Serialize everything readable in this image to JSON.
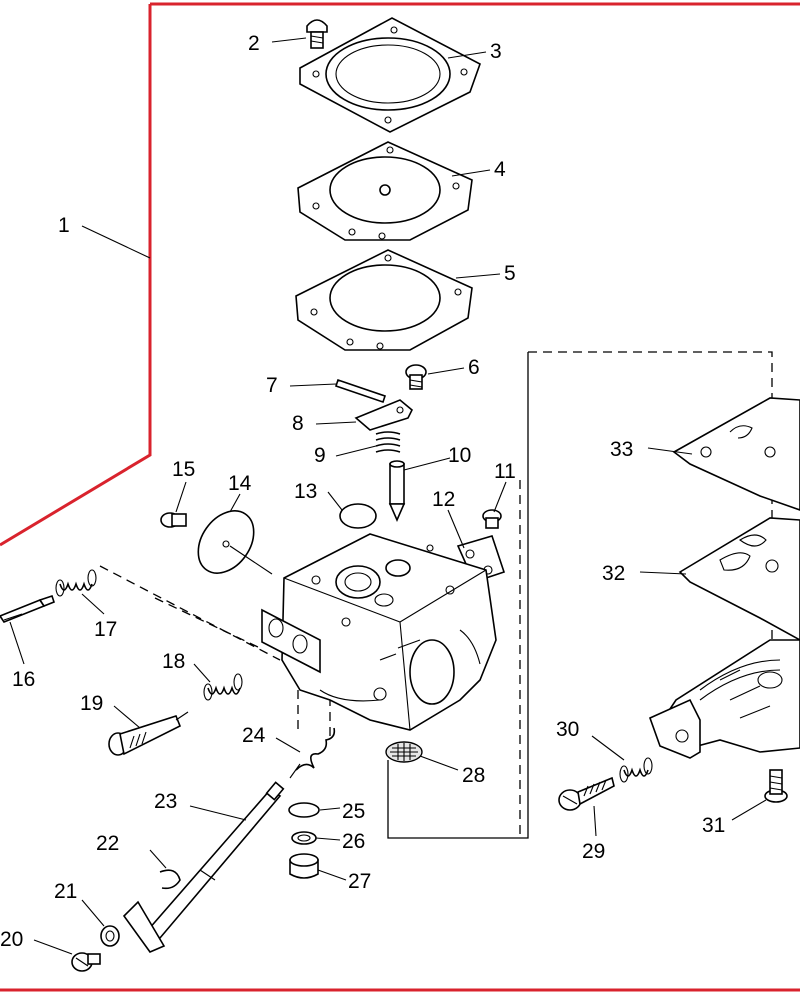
{
  "frame_color": "#d9232d",
  "callouts": [
    {
      "id": "1",
      "text": "1"
    },
    {
      "id": "2",
      "text": "2"
    },
    {
      "id": "3",
      "text": "3"
    },
    {
      "id": "4",
      "text": "4"
    },
    {
      "id": "5",
      "text": "5"
    },
    {
      "id": "6",
      "text": "6"
    },
    {
      "id": "7",
      "text": "7"
    },
    {
      "id": "8",
      "text": "8"
    },
    {
      "id": "9",
      "text": "9"
    },
    {
      "id": "10",
      "text": "10"
    },
    {
      "id": "11",
      "text": "11"
    },
    {
      "id": "12",
      "text": "12"
    },
    {
      "id": "13",
      "text": "13"
    },
    {
      "id": "14",
      "text": "14"
    },
    {
      "id": "15",
      "text": "15"
    },
    {
      "id": "16",
      "text": "16"
    },
    {
      "id": "17",
      "text": "17"
    },
    {
      "id": "18",
      "text": "18"
    },
    {
      "id": "19",
      "text": "19"
    },
    {
      "id": "20",
      "text": "20"
    },
    {
      "id": "21",
      "text": "21"
    },
    {
      "id": "22",
      "text": "22"
    },
    {
      "id": "23",
      "text": "23"
    },
    {
      "id": "24",
      "text": "24"
    },
    {
      "id": "25",
      "text": "25"
    },
    {
      "id": "26",
      "text": "26"
    },
    {
      "id": "27",
      "text": "27"
    },
    {
      "id": "28",
      "text": "28"
    },
    {
      "id": "29",
      "text": "29"
    },
    {
      "id": "30",
      "text": "30"
    },
    {
      "id": "31",
      "text": "31"
    },
    {
      "id": "32",
      "text": "32"
    },
    {
      "id": "33",
      "text": "33"
    }
  ]
}
